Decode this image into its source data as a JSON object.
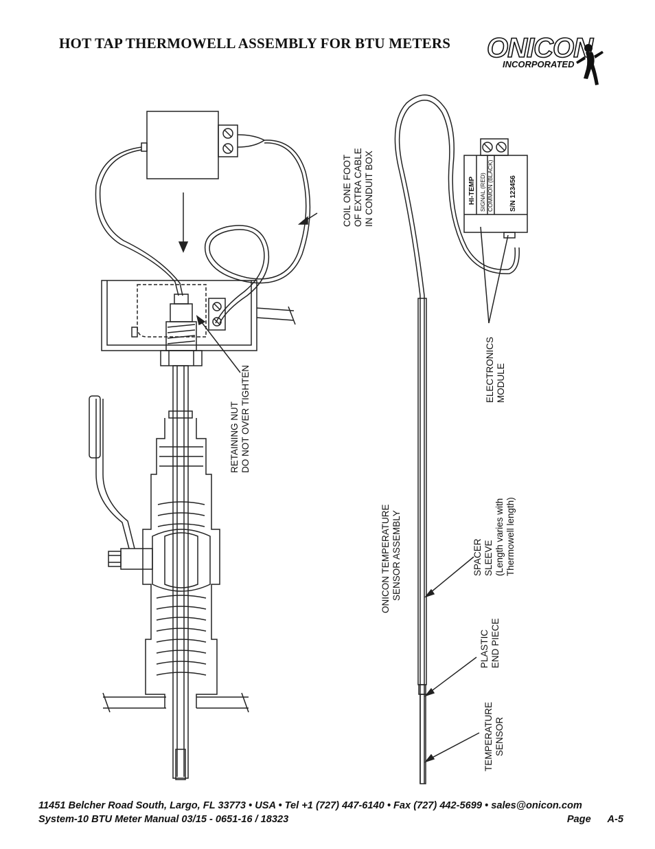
{
  "header": {
    "title": "HOT TAP THERMOWELL ASSEMBLY FOR BTU METERS",
    "logo_word": "ONICON",
    "logo_sub": "INCORPORATED"
  },
  "labels": {
    "coil_line1": "COIL ONE FOOT",
    "coil_line2": "OF EXTRA CABLE",
    "coil_line3": "IN CONDUIT BOX",
    "nut_line1": "RETAINING NUT",
    "nut_line2": "DO NOT OVER TIGHTEN",
    "module_hitemp": "HI-TEMP",
    "module_signal": "SIGNAL (RED)",
    "module_common": "COMMON (BLACK)",
    "module_serial": "S/N 123456",
    "electronics_line1": "ELECTRONICS",
    "electronics_line2": "MODULE",
    "sensor_assy_line1": "ONICON TEMPERATURE",
    "sensor_assy_line2": "SENSOR ASSEMBLY",
    "spacer_line1": "SPACER",
    "spacer_line2": "SLEEVE",
    "spacer_line3": "(Length varies with",
    "spacer_line4": "Thermowell length)",
    "plastic_line1": "PLASTIC",
    "plastic_line2": "END PIECE",
    "temp_line1": "TEMPERATURE",
    "temp_line2": "SENSOR"
  },
  "footer": {
    "address": "11451 Belcher Road South, Largo, FL 33773 • USA • Tel +1 (727) 447-6140 • Fax (727) 442-5699 • sales@onicon.com",
    "manual": "System-10 BTU Meter Manual 03/15 - 0651-16 / 18323",
    "page": "Page      A-5"
  }
}
